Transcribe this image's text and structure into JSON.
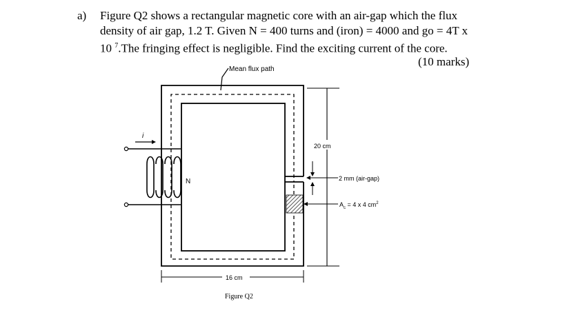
{
  "question": {
    "label": "a)",
    "line1": "Figure Q2 shows a rectangular magnetic core with an air-gap which the flux",
    "line2": "density of air gap, 1.2 T. Given N = 400 turns and (iron) = 4000 and go = 4T x",
    "line3_prefix": "10 ",
    "line3_sup": "7",
    "line3_rest": ".The fringing effect is negligible. Find the exciting current of the core.",
    "marks": "(10 marks)"
  },
  "figure": {
    "mean_flux_path_label": "Mean flux path",
    "current_label": "i",
    "turns_label": "N",
    "height_label": "20 cm",
    "airgap_label": "2 mm (air-gap)",
    "area_label": "A",
    "area_subscript": "c",
    "area_value": " = 4 x 4 cm",
    "area_sup": "2",
    "width_label": "16 cm",
    "caption": "Figure Q2"
  }
}
